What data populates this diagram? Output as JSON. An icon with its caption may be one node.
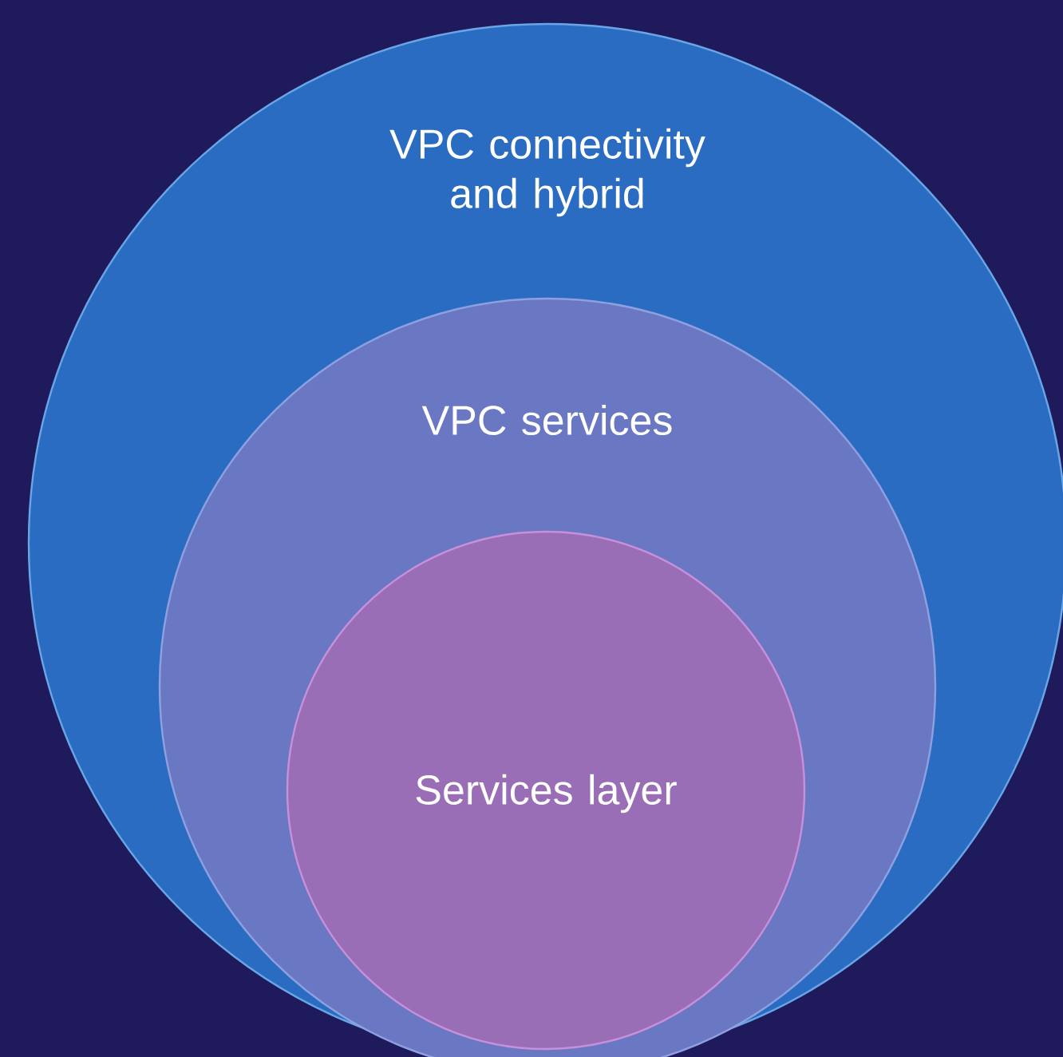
{
  "diagram": {
    "nodes": [
      {
        "text": [
          "VPC connectivity and hybrid"
        ]
      },
      {
        "text": [
          "VPC services"
        ],
        "in": 0
      },
      {
        "text": [
          "Services layer"
        ],
        "in": 1
      }
    ]
  }
}
